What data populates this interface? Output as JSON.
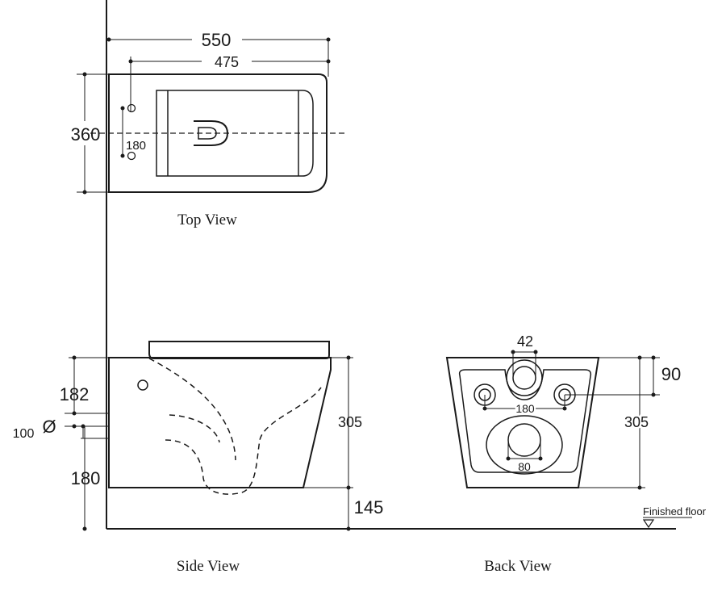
{
  "top_view": {
    "label": "Top View",
    "dim_overall_length": "550",
    "dim_seat_length": "475",
    "dim_width": "360",
    "dim_fixing_spacing": "180"
  },
  "side_view": {
    "label": "Side View",
    "dim_upper": "182",
    "dim_pipe": "100",
    "dim_lower": "180",
    "dim_height": "305",
    "dim_floor_gap": "145"
  },
  "back_view": {
    "label": "Back View",
    "dim_inlet": "42",
    "dim_top_offset": "90",
    "dim_height": "305",
    "dim_bolt_spacing": "180",
    "dim_outlet": "80"
  },
  "floor_label": "Finished floor",
  "diameter_symbol": "Ø"
}
